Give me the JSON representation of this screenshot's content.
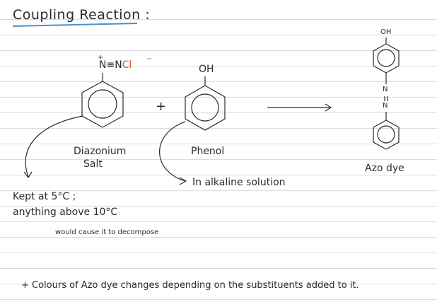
{
  "title": "Coupling Reaction :",
  "reactants": {
    "diazonium_group": "N≡N",
    "diazonium_counterion": "Cl",
    "plus_sign": "+",
    "diazonium_label_line1": "Diazonium",
    "diazonium_label_line2": "Salt",
    "phenol_oh": "OH",
    "phenol_label": "Phenol"
  },
  "product": {
    "oh": "OH",
    "azo_n1": "N",
    "azo_n2": "N",
    "label": "Azo dye"
  },
  "notes": {
    "alkaline": "In alkaline solution",
    "kept_line1": "Kept at 5°C ;",
    "kept_line2": "anything above 10°C",
    "kept_line3": "would cause it to decompose",
    "footer": "+ Colours of Azo dye changes depending on the substituents added to it."
  },
  "colors": {
    "ink": "#2b2b2b",
    "title_underline": "#4a90c8",
    "counterion": "#e8553a",
    "ruled_line": "#dcdcdc"
  }
}
